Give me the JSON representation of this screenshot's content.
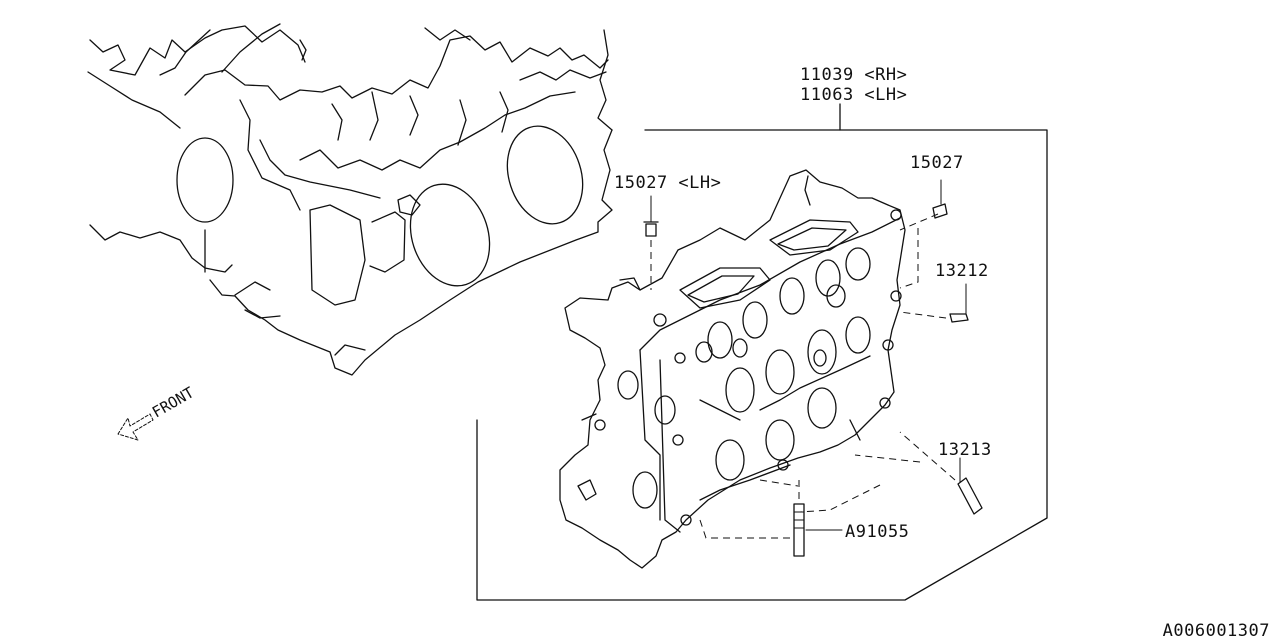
{
  "callouts": {
    "head_rh": "11039 <RH>",
    "head_lh": "11063 <LH>",
    "plug_lh": "15027 <LH>",
    "plug": "15027",
    "pin_a": "13212",
    "pin_b": "13213",
    "stud": "A91055"
  },
  "front_label": "FRONT",
  "diagram_code": "A006001307"
}
